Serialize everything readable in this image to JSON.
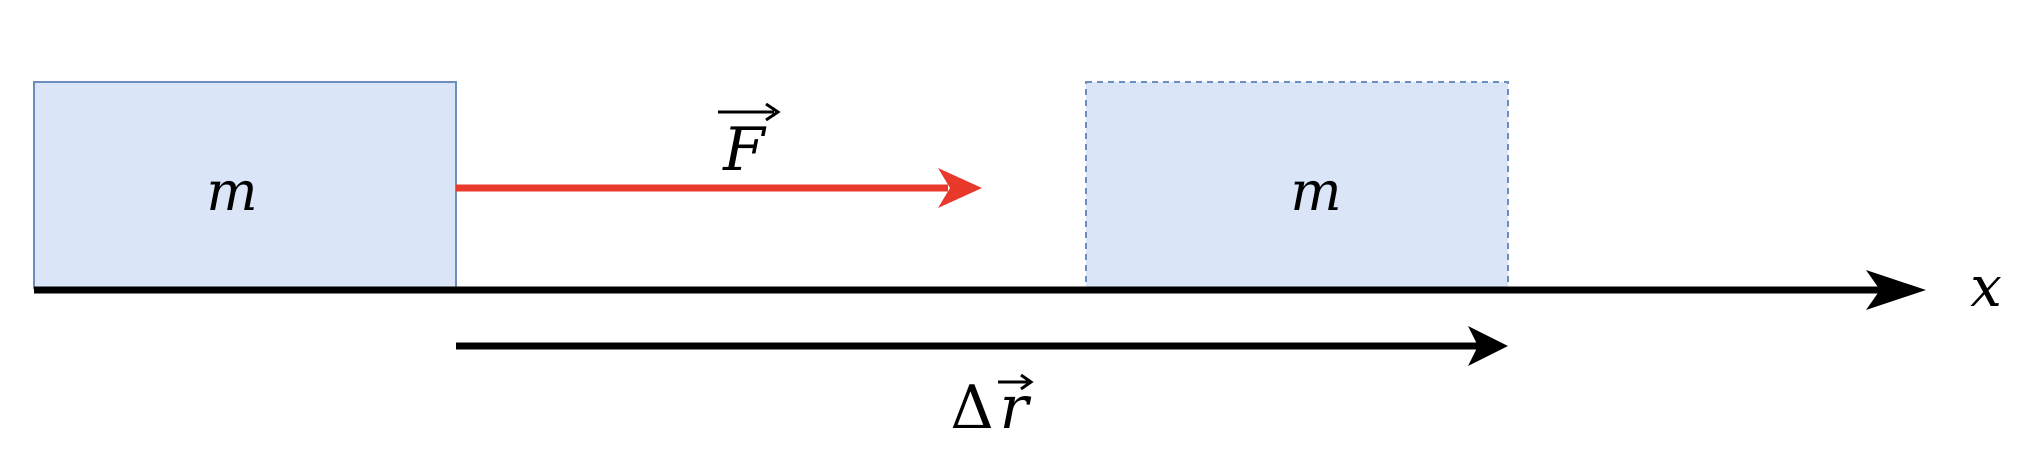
{
  "diagram": {
    "initial_block": {
      "label": "m"
    },
    "final_block": {
      "label": "m"
    },
    "force": {
      "label": "F",
      "color": "#e8392b"
    },
    "displacement": {
      "symbol": "Δ",
      "label": "r"
    },
    "axis": {
      "label": "x"
    },
    "colors": {
      "block_fill": "#dae5f7",
      "block_stroke": "#6c8ebf",
      "line": "#000000"
    }
  }
}
